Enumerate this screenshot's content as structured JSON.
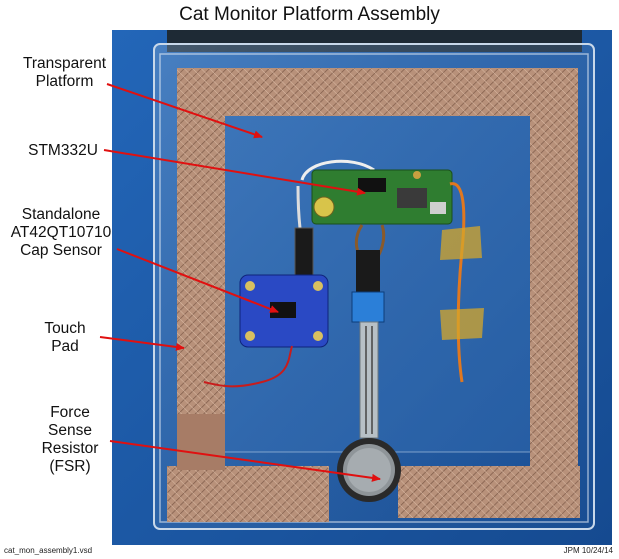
{
  "title": "Cat Monitor Platform Assembly",
  "callouts": {
    "platform": [
      "Transparent",
      "Platform"
    ],
    "mcu": [
      "STM332U"
    ],
    "cap_sensor": [
      "Standalone",
      "AT42QT10710",
      "Cap Sensor"
    ],
    "touch_pad": [
      "Touch",
      "Pad"
    ],
    "fsr": [
      "Force",
      "Sense",
      "Resistor",
      "(FSR)"
    ]
  },
  "footer": {
    "filename": "cat_mon_assembly1.vsd",
    "author_date": "JPM 10/24/14"
  },
  "colors": {
    "arrow": "#e01010",
    "photo_background": "#1e5aa6",
    "copper_tape": "#b48a6e",
    "pcb_green": "#2a7a2a",
    "breakout_board": "#2544b5"
  }
}
